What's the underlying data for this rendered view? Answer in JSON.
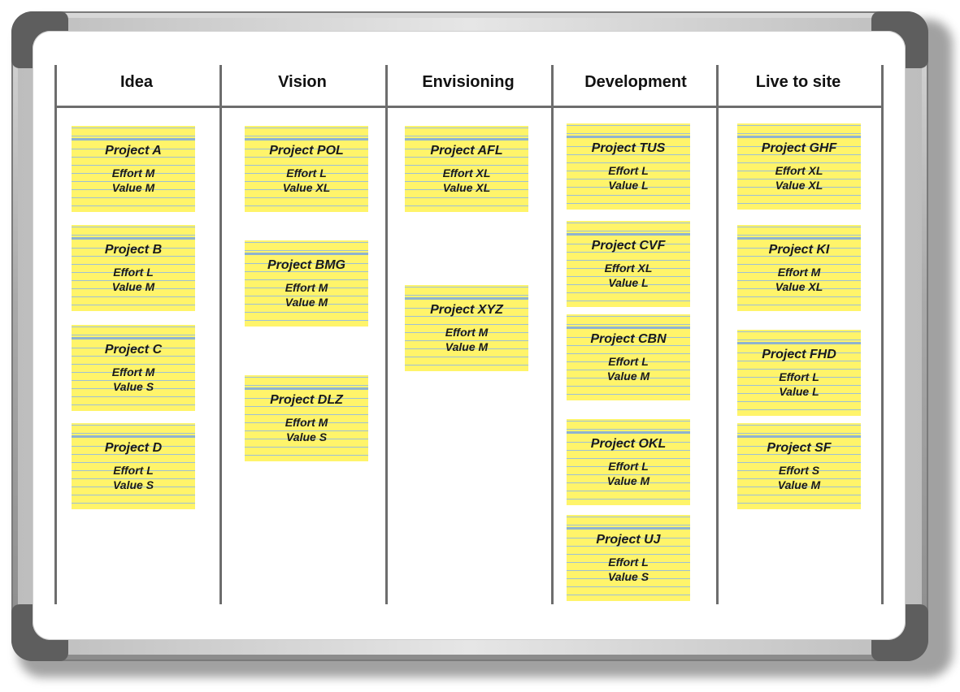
{
  "columns": [
    {
      "title": "Idea",
      "cards": [
        {
          "title": "Project A",
          "effort": "Effort M",
          "value": "Value M"
        },
        {
          "title": "Project B",
          "effort": "Effort L",
          "value": "Value M"
        },
        {
          "title": "Project C",
          "effort": "Effort M",
          "value": "Value S"
        },
        {
          "title": "Project D",
          "effort": "Effort L",
          "value": "Value S"
        }
      ]
    },
    {
      "title": "Vision",
      "cards": [
        {
          "title": "Project POL",
          "effort": "Effort L",
          "value": "Value XL"
        },
        {
          "title": "Project BMG",
          "effort": "Effort M",
          "value": "Value M"
        },
        {
          "title": "Project DLZ",
          "effort": "Effort M",
          "value": "Value S"
        }
      ]
    },
    {
      "title": "Envisioning",
      "cards": [
        {
          "title": "Project AFL",
          "effort": "Effort XL",
          "value": "Value XL"
        },
        {
          "title": "Project XYZ",
          "effort": "Effort M",
          "value": "Value M"
        }
      ]
    },
    {
      "title": "Development",
      "cards": [
        {
          "title": "Project TUS",
          "effort": "Effort L",
          "value": "Value L"
        },
        {
          "title": "Project CVF",
          "effort": "Effort XL",
          "value": "Value L"
        },
        {
          "title": "Project CBN",
          "effort": "Effort L",
          "value": "Value M"
        },
        {
          "title": "Project OKL",
          "effort": "Effort L",
          "value": "Value M"
        },
        {
          "title": "Project UJ",
          "effort": "Effort L",
          "value": "Value S"
        }
      ]
    },
    {
      "title": "Live to site",
      "cards": [
        {
          "title": "Project GHF",
          "effort": "Effort XL",
          "value": "Value XL"
        },
        {
          "title": "Project KI",
          "effort": "Effort M",
          "value": "Value XL"
        },
        {
          "title": "Project FHD",
          "effort": "Effort L",
          "value": "Value L"
        },
        {
          "title": "Project SF",
          "effort": "Effort S",
          "value": "Value M"
        }
      ]
    }
  ],
  "colors": {
    "note": "#fff46a",
    "note_rule": "#9dbfd6",
    "grid": "#6d6d6d",
    "frame_corner": "#5e5e5e"
  }
}
